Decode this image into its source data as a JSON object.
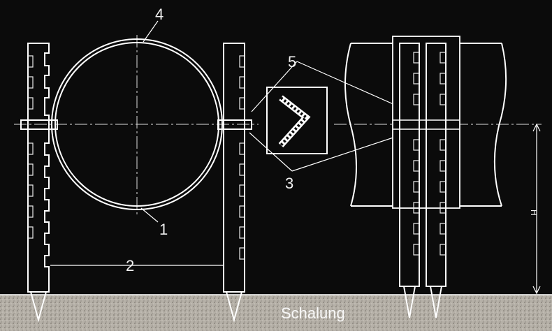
{
  "labels": {
    "n1": "1",
    "n2": "2",
    "n3": "3",
    "n4": "4",
    "n5": "5",
    "h": "H",
    "ground": "Schalung"
  },
  "colors": {
    "background": "#0b0b0b",
    "line": "#ffffff",
    "ground": "#b5b0a7"
  }
}
